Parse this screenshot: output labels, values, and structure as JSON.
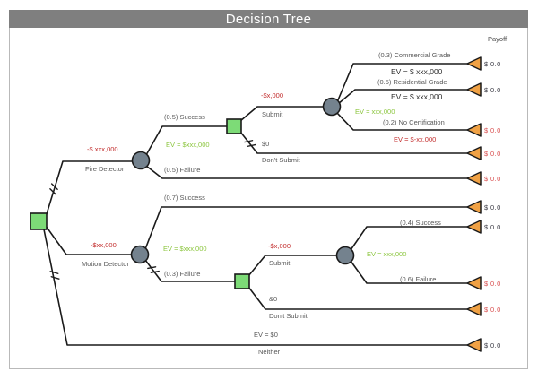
{
  "title": "Decision Tree",
  "payoff_header": "Payoff",
  "colors": {
    "title_bar": "#7f7f7f",
    "decision_node_fill": "#7ddb77",
    "chance_node_fill": "#74828e",
    "terminal_fill": "#f0a144",
    "line": "#1a1a1a",
    "label_gray": "#595959",
    "cost_red": "#c32f2f",
    "ev_green": "#8cc63f",
    "payoff_red": "#d94f4f",
    "payoff_black": "#3a3a44"
  },
  "nodes": {
    "decision": "green-square",
    "chance": "gray-circle",
    "terminal": "orange-triangle"
  },
  "tree": {
    "fire": {
      "cost": "-$ xxx,000",
      "label": "Fire Detector",
      "success_p": "(0.5) Success",
      "failure_p": "(0.5) Failure",
      "decision_ev": "EV = $xxx,000"
    },
    "top_submit": {
      "cost": "-$x,000",
      "label": "Submit",
      "dont_cost": "$0",
      "dont_label": "Don't Submit",
      "chance_ev": "EV = xxx,000"
    },
    "grades": {
      "commercial_p": "(0.3) Commercial Grade",
      "commercial_ev": "EV = $ xxx,000",
      "residential_p": "(0.5) Residential Grade",
      "residential_ev": "EV = $ xxx,000",
      "nocert_p": "(0.2) No Certification",
      "nocert_ev": "EV = $-xx,000"
    },
    "motion": {
      "cost": "-$xx,000",
      "label": "Motion Detector",
      "success_p": "(0.7) Success",
      "failure_p": "(0.3) Failure",
      "chance_ev": "EV = $xxx,000"
    },
    "bottom_submit": {
      "cost": "-$x,000",
      "label": "Submit",
      "dont_cost": "&0",
      "dont_label": "Don't Submit",
      "chance_ev": "EV = xxx,000",
      "success_p": "(0.4) Success",
      "failure_p": "(0.6) Failure"
    },
    "neither": {
      "ev": "EV = $0",
      "label": "Neither"
    }
  },
  "payoffs": [
    {
      "value": "$ 0.0",
      "red": false
    },
    {
      "value": "$ 0.0",
      "red": false
    },
    {
      "value": "$ 0.0",
      "red": true
    },
    {
      "value": "$ 0.0",
      "red": true
    },
    {
      "value": "$ 0.0",
      "red": true
    },
    {
      "value": "$ 0.0",
      "red": false
    },
    {
      "value": "$ 0.0",
      "red": false
    },
    {
      "value": "$ 0.0",
      "red": true
    },
    {
      "value": "$ 0.0",
      "red": true
    },
    {
      "value": "$ 0.0",
      "red": false
    }
  ]
}
